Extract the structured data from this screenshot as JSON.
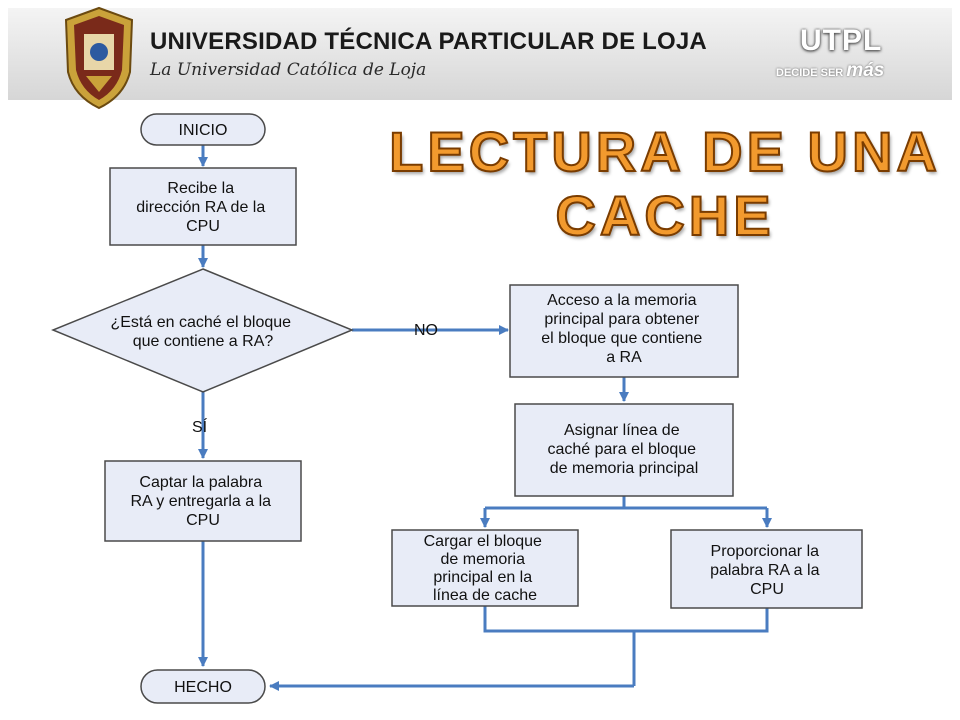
{
  "header": {
    "university_name": "UNIVERSIDAD TÉCNICA PARTICULAR DE LOJA",
    "university_subtitle": "La Universidad Católica de Loja",
    "logo_text": "UTPL",
    "slogan_prefix": "DECIDE SER",
    "slogan_emphasis": "más"
  },
  "slide": {
    "title_line1": "LECTURA DE UNA",
    "title_line2": "CACHE"
  },
  "flowchart": {
    "start": "INICIO",
    "receive": [
      "Recibe la",
      "dirección RA de la",
      "CPU"
    ],
    "decision": [
      "¿Está en caché el bloque",
      "que contiene a RA?"
    ],
    "no_label": "NO",
    "yes_label": "SÍ",
    "access_memory": [
      "Acceso a la memoria",
      "principal para obtener",
      "el bloque que contiene",
      "a RA"
    ],
    "assign_line": [
      "Asignar línea de",
      "caché para el bloque",
      "de memoria principal"
    ],
    "load_block": [
      "Cargar el bloque",
      "de memoria",
      "principal en la",
      "línea de cache"
    ],
    "provide_word": [
      "Proporcionar la",
      "palabra RA a la",
      "CPU"
    ],
    "fetch_word": [
      "Captar la palabra",
      "RA y entregarla a la",
      "CPU"
    ],
    "end": "HECHO"
  },
  "colors": {
    "node_fill": "#e8ecf7",
    "node_stroke": "#4a4a4a",
    "arrow": "#4a7cc0",
    "title_fill": "#f29a2e",
    "title_outline": "#7a3c00"
  },
  "icons": {
    "crest": "university-crest-icon"
  }
}
